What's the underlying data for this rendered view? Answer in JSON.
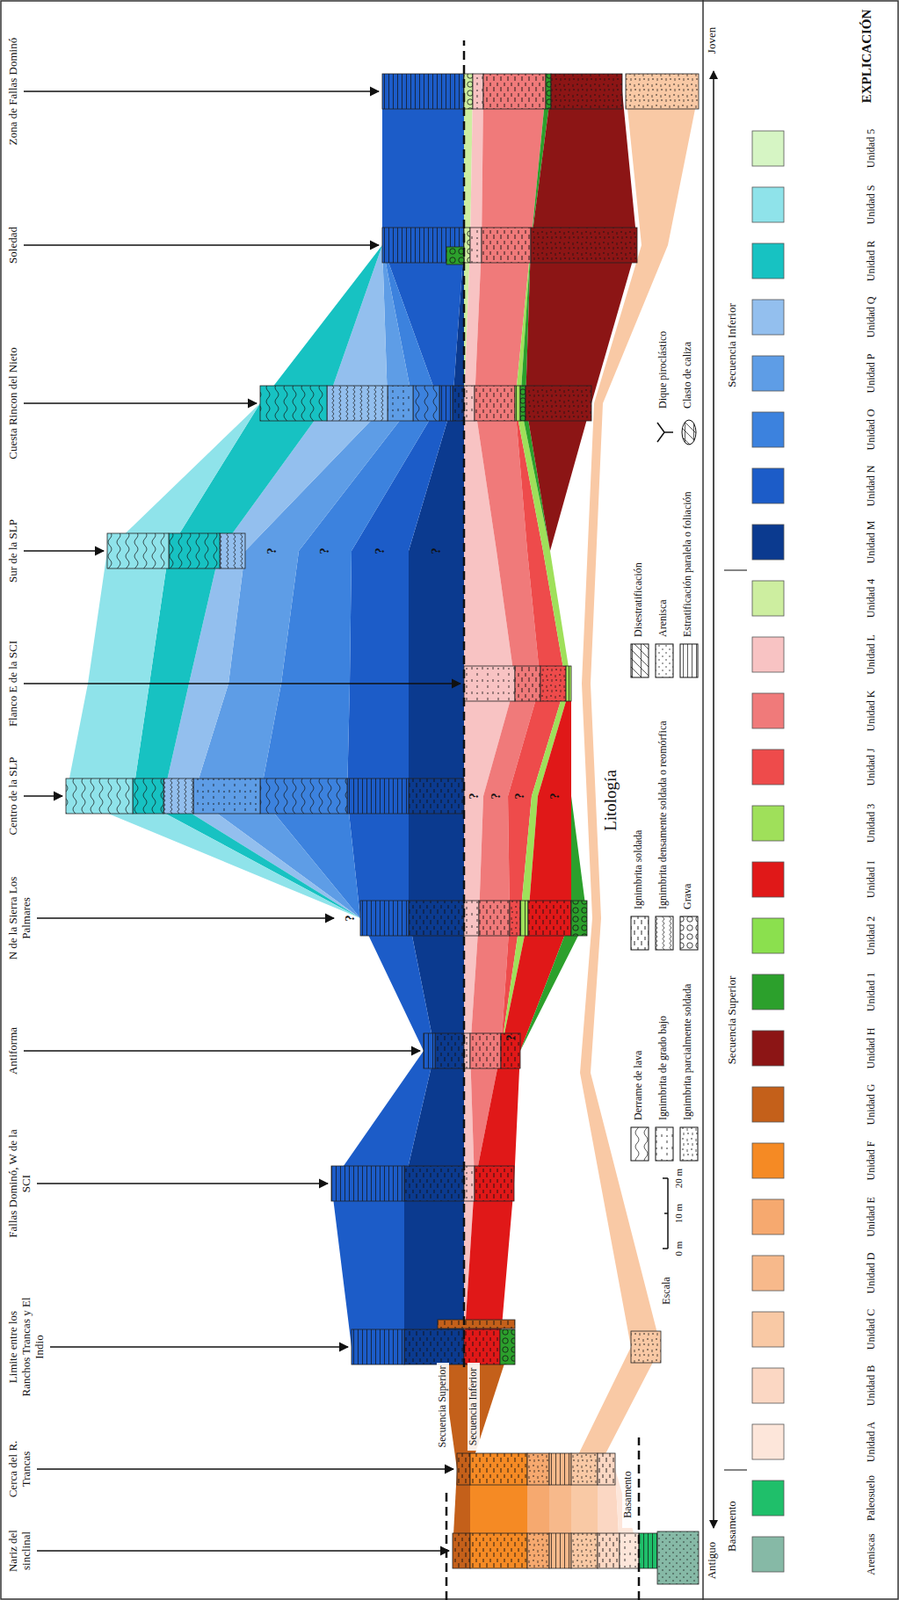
{
  "diagram": {
    "labels": [
      "Nariz del sinclinal",
      "Cerca del R. Trancas",
      "Limite entre los Ranchos Trancas y El Indio",
      "Fallas Dominó, W de la SCI",
      "Antiforma",
      "N de la Sierra Los Palmares",
      "Centro de la SLP",
      "Flanco E de la SCI",
      "Sur de la SLP",
      "Cuesta Rincon del Nieto",
      "Soledad",
      "Zona de Fallas Dominó",
      "Secuencia Superior",
      "Secuencia Inferior",
      "Basamento",
      "?",
      "?",
      "?",
      "?",
      "?",
      "?",
      "?",
      "?",
      "?",
      "?",
      "Litología",
      "20 m",
      "10 m",
      "0 m",
      "Escala",
      "EXPLICACIÓN",
      "Joven",
      "Antiguo",
      "Secuencia Inferior",
      "Secuencia Superior",
      "Basamento"
    ],
    "legend": [
      {
        "text": "Areniscas",
        "color": "#86b9a6"
      },
      {
        "text": "Paleosuelo",
        "color": "#1fbf6a"
      },
      {
        "text": "Unidad A",
        "color": "#fde6da"
      },
      {
        "text": "Unidad B",
        "color": "#fbd7c3"
      },
      {
        "text": "Unidad C",
        "color": "#f9c9a5"
      },
      {
        "text": "Unidad D",
        "color": "#f7b98b"
      },
      {
        "text": "Unidad E",
        "color": "#f6a96f"
      },
      {
        "text": "Unidad F",
        "color": "#f58a24"
      },
      {
        "text": "Unidad G",
        "color": "#c4601a"
      },
      {
        "text": "Unidad H",
        "color": "#8c1515"
      },
      {
        "text": "Unidad 1",
        "color": "#2ca02c"
      },
      {
        "text": "Unidad 2",
        "color": "#8be04e"
      },
      {
        "text": "Unidad I",
        "color": "#e01818"
      },
      {
        "text": "Unidad 3",
        "color": "#9fe05a"
      },
      {
        "text": "Unidad J",
        "color": "#ee4b4b"
      },
      {
        "text": "Unidad K",
        "color": "#f07a7a"
      },
      {
        "text": "Unidad L",
        "color": "#f8c3c3"
      },
      {
        "text": "Unidad 4",
        "color": "#cdeea0"
      },
      {
        "text": "Unidad M",
        "color": "#0b3a8f"
      },
      {
        "text": "Unidad N",
        "color": "#1c5cc8"
      },
      {
        "text": "Unidad O",
        "color": "#3c82de"
      },
      {
        "text": "Unidad P",
        "color": "#5e9de6"
      },
      {
        "text": "Unidad Q",
        "color": "#93bfee"
      },
      {
        "text": "Unidad R",
        "color": "#17c2c2"
      },
      {
        "text": "Unidad S",
        "color": "#8fe3ea"
      },
      {
        "text": "Unidad 5",
        "color": "#d6f5c4"
      },
      {
        "text": "Derrame de lava"
      },
      {
        "text": "Ignimbrita de grado bajo"
      },
      {
        "text": "Ignimbrita parcialmente soldada"
      },
      {
        "text": "Ignimbrita soldada"
      },
      {
        "text": "Ignimbrita densamente soldada o reomórfica"
      },
      {
        "text": "Grava"
      },
      {
        "text": "Disestratificación"
      },
      {
        "text": "Arenisca"
      },
      {
        "text": "Estratificación paralela o foliación"
      },
      {
        "text": "Dique piroclástico"
      },
      {
        "text": "Clasto de caliza"
      }
    ]
  }
}
